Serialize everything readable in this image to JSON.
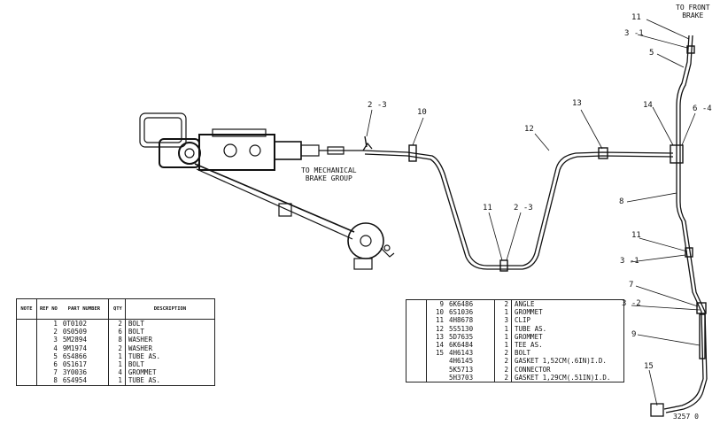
{
  "diagram": {
    "figure_number": "3257 0",
    "notes": {
      "to_front_brake": "TO FRONT\nBRAKE",
      "to_mechanical_brake_group": "TO MECHANICAL\nBRAKE GROUP"
    },
    "callouts": [
      "11",
      "3 -1",
      "5",
      "14",
      "6 -4",
      "13",
      "12",
      "10",
      "2 -3",
      "11",
      "2 -3",
      "8",
      "11",
      "3 -1",
      "7",
      "3 -2",
      "9",
      "15"
    ]
  },
  "table_left": {
    "headers": [
      "NOTE",
      "REF NO",
      "PART NUMBER",
      "QTY",
      "DESCRIPTION"
    ],
    "rows": [
      {
        "note": "",
        "ref": "1",
        "part": "0T0102",
        "qty": "2",
        "desc": "BOLT"
      },
      {
        "note": "",
        "ref": "2",
        "part": "0S0509",
        "qty": "6",
        "desc": "BOLT"
      },
      {
        "note": "",
        "ref": "3",
        "part": "5M2894",
        "qty": "8",
        "desc": "WASHER"
      },
      {
        "note": "",
        "ref": "4",
        "part": "9M1974",
        "qty": "2",
        "desc": "WASHER"
      },
      {
        "note": "",
        "ref": "5",
        "part": "6S4866",
        "qty": "1",
        "desc": "TUBE AS."
      },
      {
        "note": "",
        "ref": "6",
        "part": "0S1617",
        "qty": "1",
        "desc": "BOLT"
      },
      {
        "note": "",
        "ref": "7",
        "part": "3Y0036",
        "qty": "4",
        "desc": "GROMMET"
      },
      {
        "note": "",
        "ref": "8",
        "part": "6S4954",
        "qty": "1",
        "desc": "TUBE AS."
      }
    ]
  },
  "table_right": {
    "rows": [
      {
        "ref": "9",
        "part": "6K6486",
        "qty": "2",
        "desc": "ANGLE"
      },
      {
        "ref": "10",
        "part": "6S1036",
        "qty": "1",
        "desc": "GROMMET"
      },
      {
        "ref": "11",
        "part": "4H8678",
        "qty": "3",
        "desc": "CLIP"
      },
      {
        "ref": "12",
        "part": "5S5130",
        "qty": "1",
        "desc": "TUBE AS."
      },
      {
        "ref": "13",
        "part": "5D7635",
        "qty": "1",
        "desc": "GROMMET"
      },
      {
        "ref": "14",
        "part": "6K6484",
        "qty": "1",
        "desc": "TEE AS."
      },
      {
        "ref": "15",
        "part": "4H6143",
        "qty": "2",
        "desc": "BOLT"
      },
      {
        "ref": "",
        "part": "4H6145",
        "qty": "2",
        "desc": "GASKET  1,52CM(.6IN)I.D."
      },
      {
        "ref": "",
        "part": "5K5713",
        "qty": "2",
        "desc": "CONNECTOR"
      },
      {
        "ref": "",
        "part": "5H3703",
        "qty": "2",
        "desc": "GASKET  1,29CM(.51IN)I.D."
      }
    ]
  }
}
